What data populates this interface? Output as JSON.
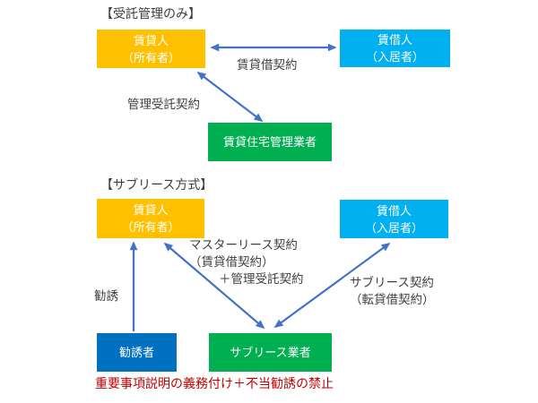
{
  "colors": {
    "owner_box": "#FFC000",
    "tenant_box": "#00B0F0",
    "manager_box": "#00B050",
    "solicitor_box": "#0070C0",
    "arrow": "#4472C4",
    "note_text": "#C00000",
    "label_text": "#404040"
  },
  "section1": {
    "title": "【受託管理のみ】",
    "owner_box": "賃貸人\n（所有者）",
    "tenant_box": "賃借人\n（入居者）",
    "manager_box": "賃貸住宅管理業者",
    "lease_arrow_label": "賃貸借契約",
    "management_arrow_label": "管理受託契約"
  },
  "section2": {
    "title": "【サブリース方式】",
    "owner_box": "賃貸人\n（所有者）",
    "tenant_box": "賃借人\n（入居者）",
    "solicitor_box": "勧誘者",
    "sublease_box": "サブリース業者",
    "master_lease_arrow_label": "マスターリース契約\n（賃貸借契約）",
    "management_addon_label": "＋管理受託契約",
    "sublease_arrow_label": "サブリース契約\n（転貸借契約）",
    "solicit_arrow_label": "勧誘",
    "note": "重要事項説明の義務付け＋不当勧誘の禁止"
  }
}
